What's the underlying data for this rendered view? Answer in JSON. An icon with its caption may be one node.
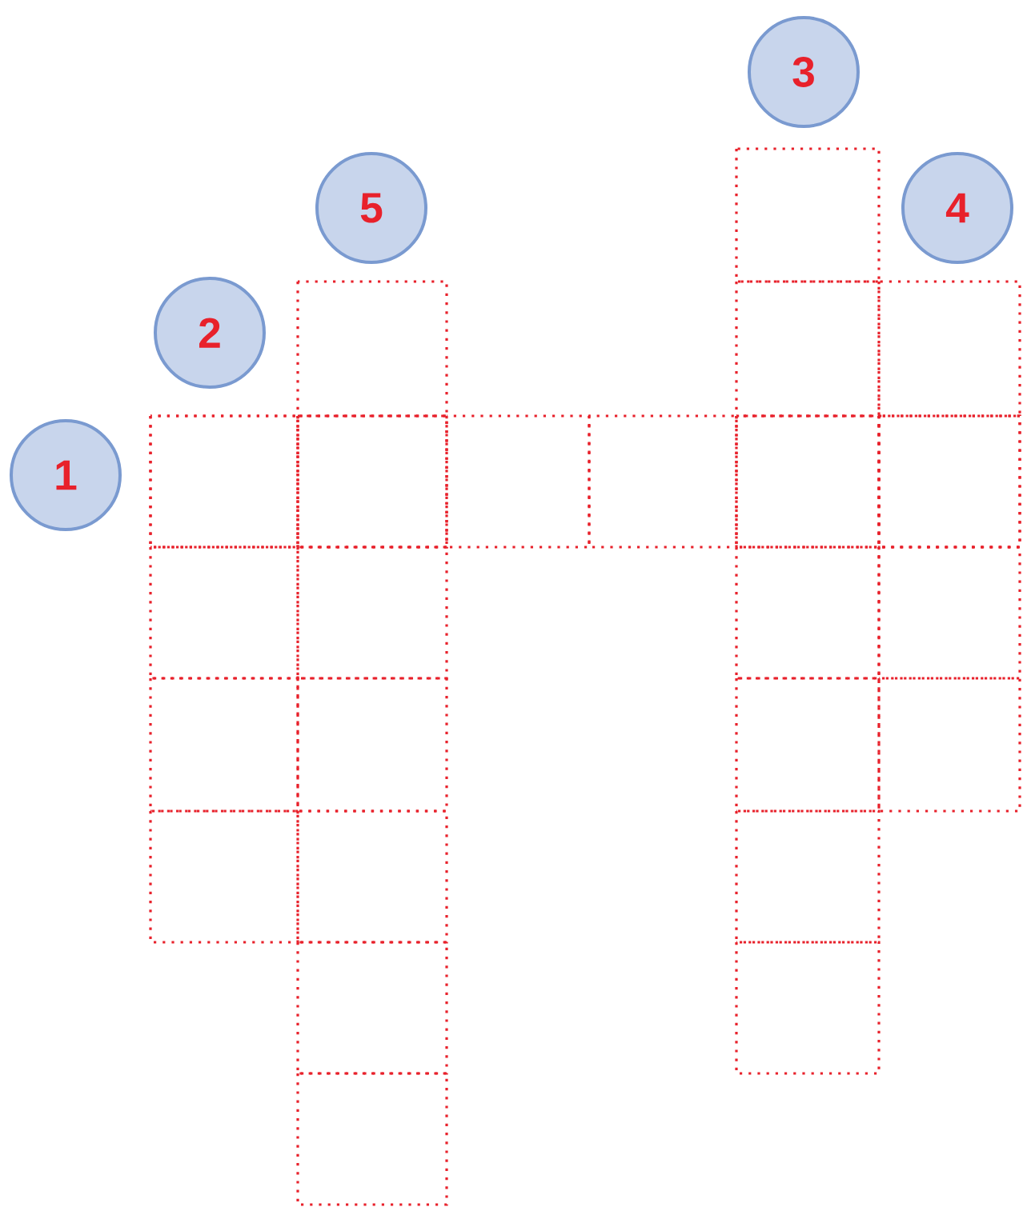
{
  "diagram": {
    "nodes": [
      {
        "text": [
          "3"
        ]
      },
      {
        "text": [
          "5"
        ]
      },
      {
        "text": [
          "4"
        ]
      },
      {
        "text": [
          "2"
        ]
      },
      {
        "text": [
          "1"
        ]
      }
    ]
  }
}
